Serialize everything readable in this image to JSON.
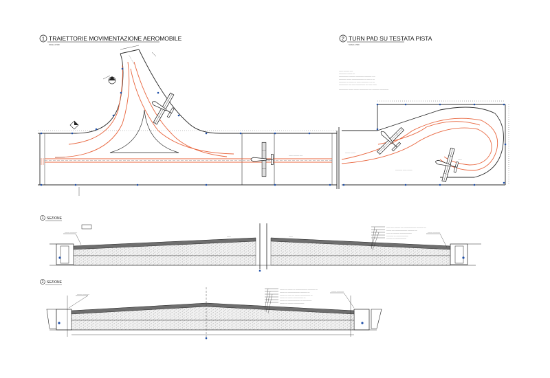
{
  "views": [
    {
      "number": "1",
      "title": "TRAIETTORIE MOVIMENTAZIONE AEROMOBILE",
      "scale": "SCALA 1:500"
    },
    {
      "number": "2",
      "title": "TURN PAD SU TESTATA PISTA",
      "scale": "SCALA 1:500"
    }
  ],
  "sections": [
    {
      "number": "1",
      "label": "SEZIONE"
    },
    {
      "number": "2",
      "label": "SEZIONE"
    }
  ],
  "colors": {
    "line": "#2a2a2a",
    "trajectory": "#e8643c",
    "markers": "#1f4fa8",
    "fill": "#cfcfcf"
  },
  "icons": [
    "aircraft-icon",
    "aircraft-icon",
    "aircraft-icon",
    "aircraft-icon",
    "north-arrow-icon"
  ]
}
